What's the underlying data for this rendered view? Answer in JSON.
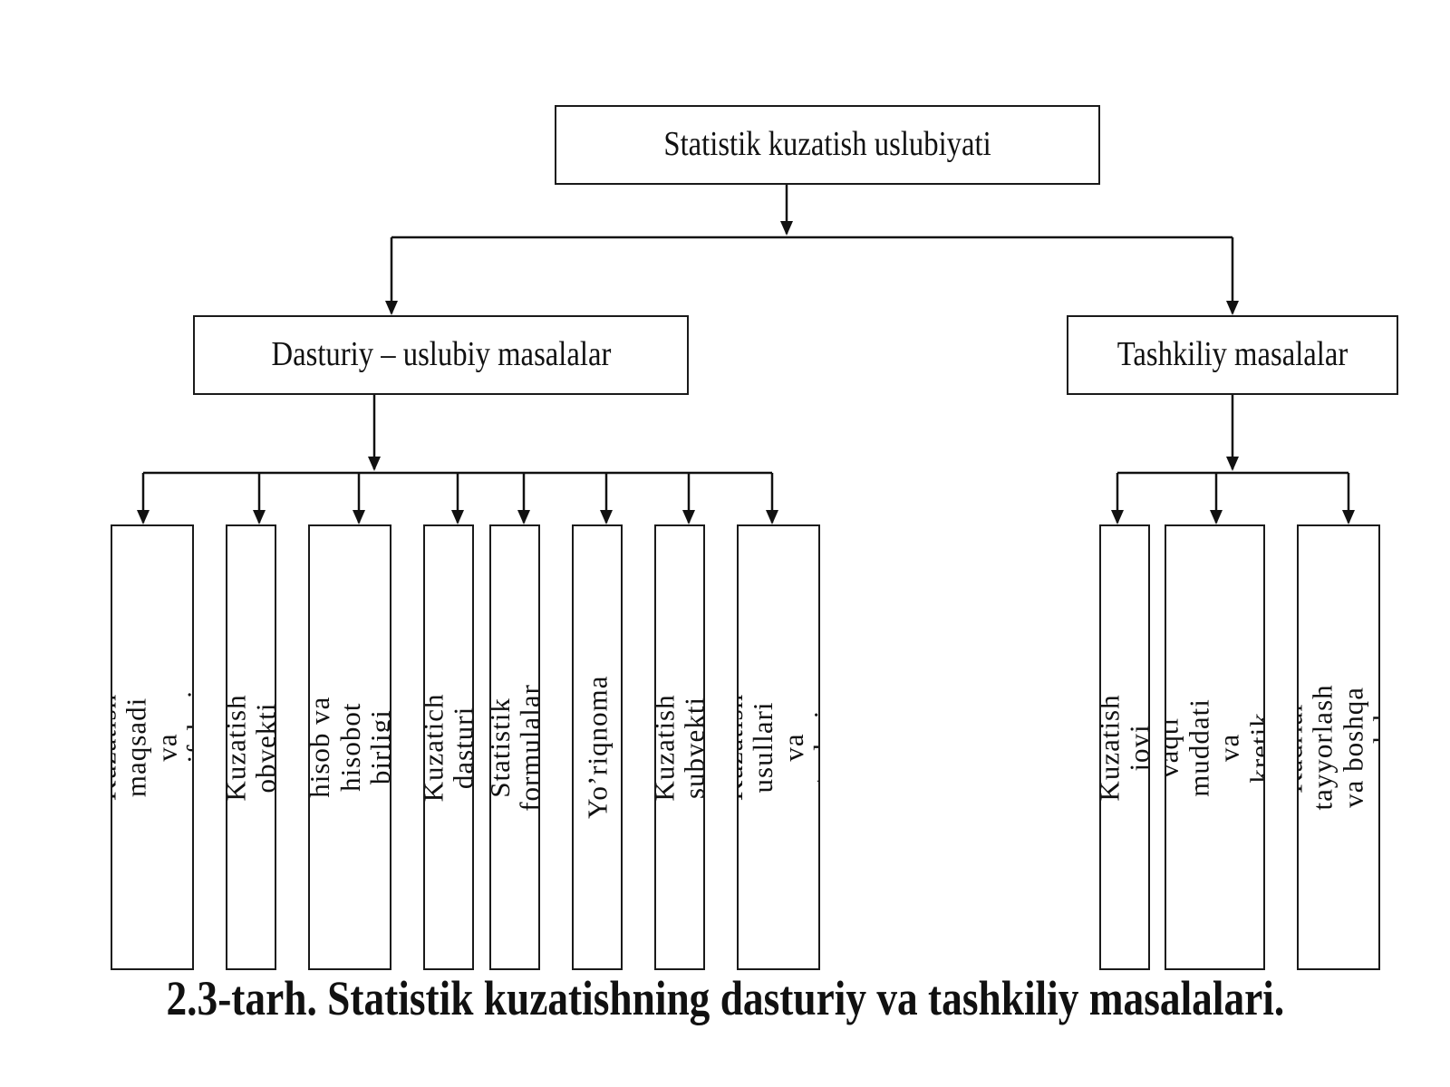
{
  "root": {
    "label": "Statistik kuzatish uslubiyati"
  },
  "branches": {
    "programmatic": {
      "label": "Dasturiy – uslubiy masalalar",
      "items": [
        "Kuzatish maqsadi va vazifalari",
        "Kuzatish obyekti",
        "Kuzatish, hisob va hisobot\nbirligi obyekti",
        "Kuzatich dasturi",
        "Statistik formulalar",
        "Yo’riqnoma",
        "Kuzatish subyekti",
        "Kuzatish usullari va turlari"
      ]
    },
    "organizational": {
      "label": "Tashkiliy masalalar",
      "items": [
        "Kuzatish joyi",
        "Kuzatish vaqti muddati va\nkretik moment",
        "Kadrlar tayyorlash va boshqa\nmasalalar"
      ]
    }
  },
  "caption": "2.3-tarh. Statistik kuzatishning dasturiy va tashkiliy masalalari."
}
